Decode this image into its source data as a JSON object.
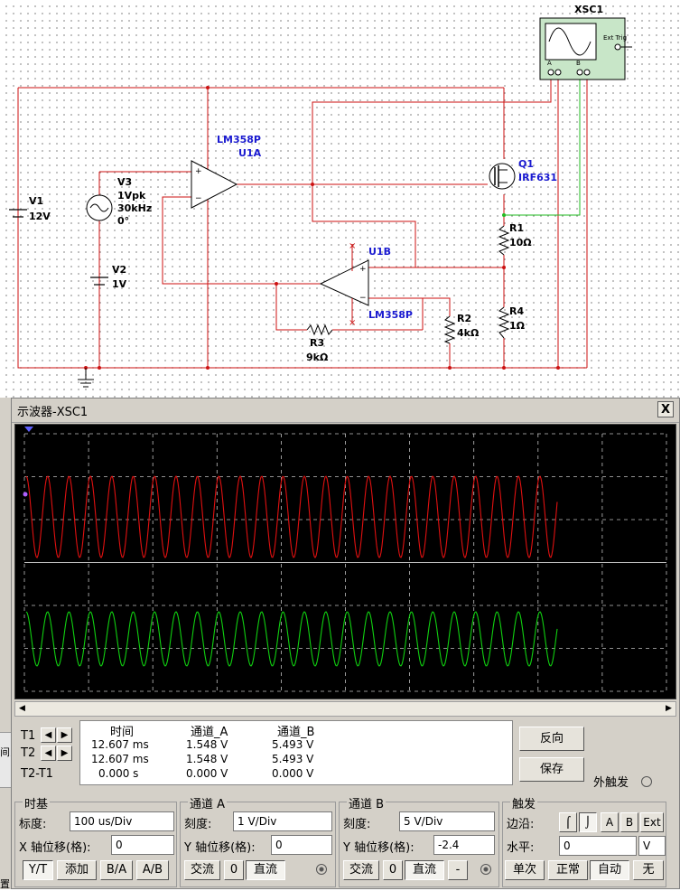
{
  "schematic": {
    "xsc1": "XSC1",
    "ext_trig": "Ext Trig",
    "pin_a": "A",
    "pin_b": "B",
    "v1_name": "V1",
    "v1_value": "12V",
    "v3_name": "V3",
    "v3_amp": "1Vpk",
    "v3_freq": "30kHz",
    "v3_phase": "0°",
    "v2_name": "V2",
    "v2_value": "1V",
    "u1a_part": "LM358P",
    "u1a_name": "U1A",
    "u1b_name": "U1B",
    "u1b_part": "LM358P",
    "q1_name": "Q1",
    "q1_part": "IRF631",
    "r1_name": "R1",
    "r1_value": "10Ω",
    "r4_name": "R4",
    "r4_value": "1Ω",
    "r2_name": "R2",
    "r2_value": "4kΩ",
    "r3_name": "R3",
    "r3_value": "9kΩ"
  },
  "oscilloscope": {
    "title": "示波器-XSC1",
    "close": "X",
    "channel_a_color": "#e01010",
    "channel_b_color": "#10d010",
    "readout": {
      "rows": [
        {
          "label": "T1",
          "time": "12.607 ms",
          "cha": "1.548 V",
          "chb": "5.493 V"
        },
        {
          "label": "T2",
          "time": "12.607 ms",
          "cha": "1.548 V",
          "chb": "5.493 V"
        },
        {
          "label": "T2-T1",
          "time": "0.000 s",
          "cha": "0.000 V",
          "chb": "0.000 V"
        }
      ],
      "headers": {
        "time": "时间",
        "cha": "通道_A",
        "chb": "通道_B"
      }
    },
    "buttons": {
      "reverse": "反向",
      "save": "保存",
      "ext_trigger": "外触发"
    },
    "timebase": {
      "title": "时基",
      "scale_label": "标度:",
      "scale_value": "100 us/Div",
      "xpos_label": "X 轴位移(格):",
      "xpos_value": "0",
      "modes": [
        "Y/T",
        "添加",
        "B/A",
        "A/B"
      ]
    },
    "channel_a": {
      "title": "通道 A",
      "scale_label": "刻度:",
      "scale_value": "1  V/Div",
      "ypos_label": "Y 轴位移(格):",
      "ypos_value": "0",
      "coupling": [
        "交流",
        "0",
        "直流"
      ]
    },
    "channel_b": {
      "title": "通道 B",
      "scale_label": "刻度:",
      "scale_value": "5  V/Div",
      "ypos_label": "Y 轴位移(格):",
      "ypos_value": "-2.4",
      "coupling": [
        "交流",
        "0",
        "直流",
        "-"
      ]
    },
    "trigger": {
      "title": "触发",
      "edge_label": "边沿:",
      "sources": [
        "A",
        "B",
        "Ext"
      ],
      "level_label": "水平:",
      "level_value": "0",
      "level_unit": "V",
      "modes": [
        "单次",
        "正常",
        "自动",
        "无"
      ]
    }
  },
  "side_text": {
    "a": "间,",
    "b": "置"
  }
}
